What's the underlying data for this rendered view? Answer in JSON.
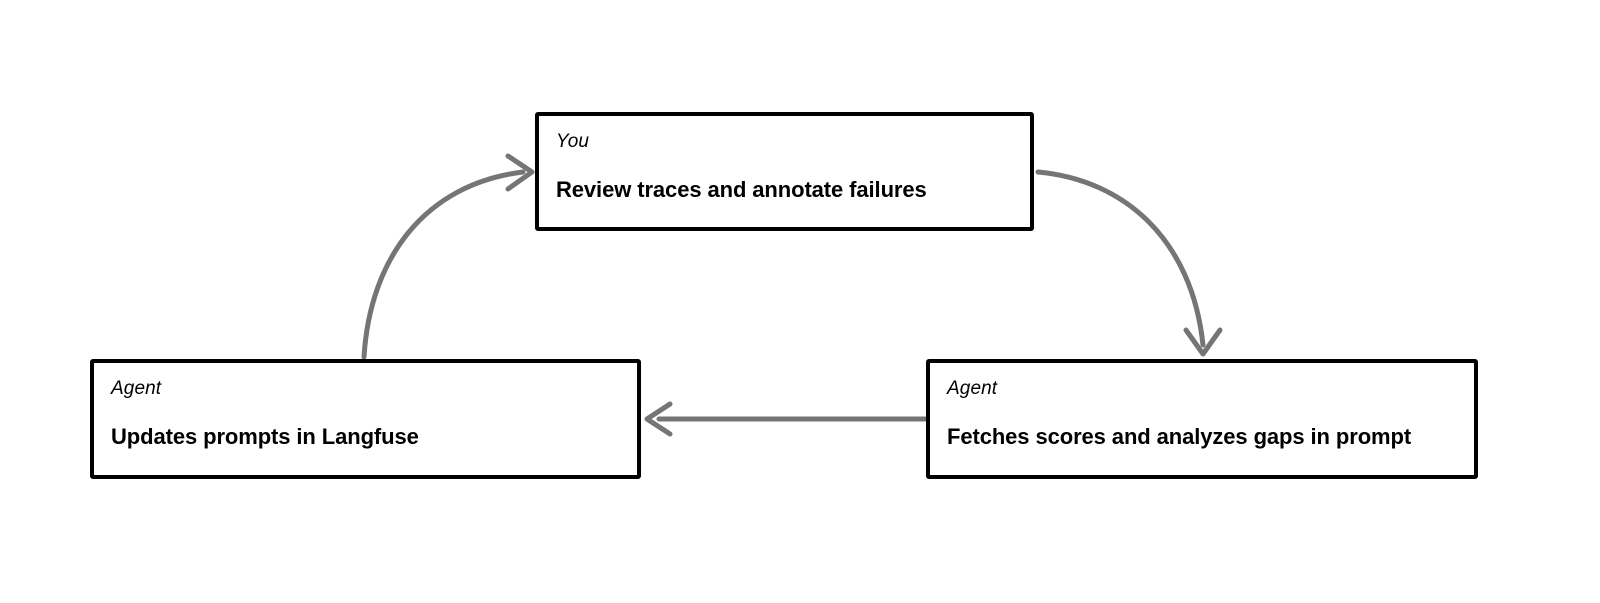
{
  "diagram": {
    "type": "cycle-flow",
    "background_color": "#ffffff",
    "node_border_color": "#000000",
    "arrow_color": "#757575",
    "nodes": [
      {
        "id": "review",
        "role": "You",
        "title": "Review traces and annotate failures"
      },
      {
        "id": "fetches",
        "role": "Agent",
        "title": "Fetches scores and analyzes gaps in prompt"
      },
      {
        "id": "updates",
        "role": "Agent",
        "title": "Updates prompts in Langfuse"
      }
    ],
    "edges": [
      {
        "id": "review-to-fetches",
        "from": "review",
        "to": "fetches",
        "style": "curved",
        "direction": "down-right"
      },
      {
        "id": "fetches-to-updates",
        "from": "fetches",
        "to": "updates",
        "style": "straight",
        "direction": "left"
      },
      {
        "id": "updates-to-review",
        "from": "updates",
        "to": "review",
        "style": "curved",
        "direction": "up-right"
      }
    ]
  }
}
